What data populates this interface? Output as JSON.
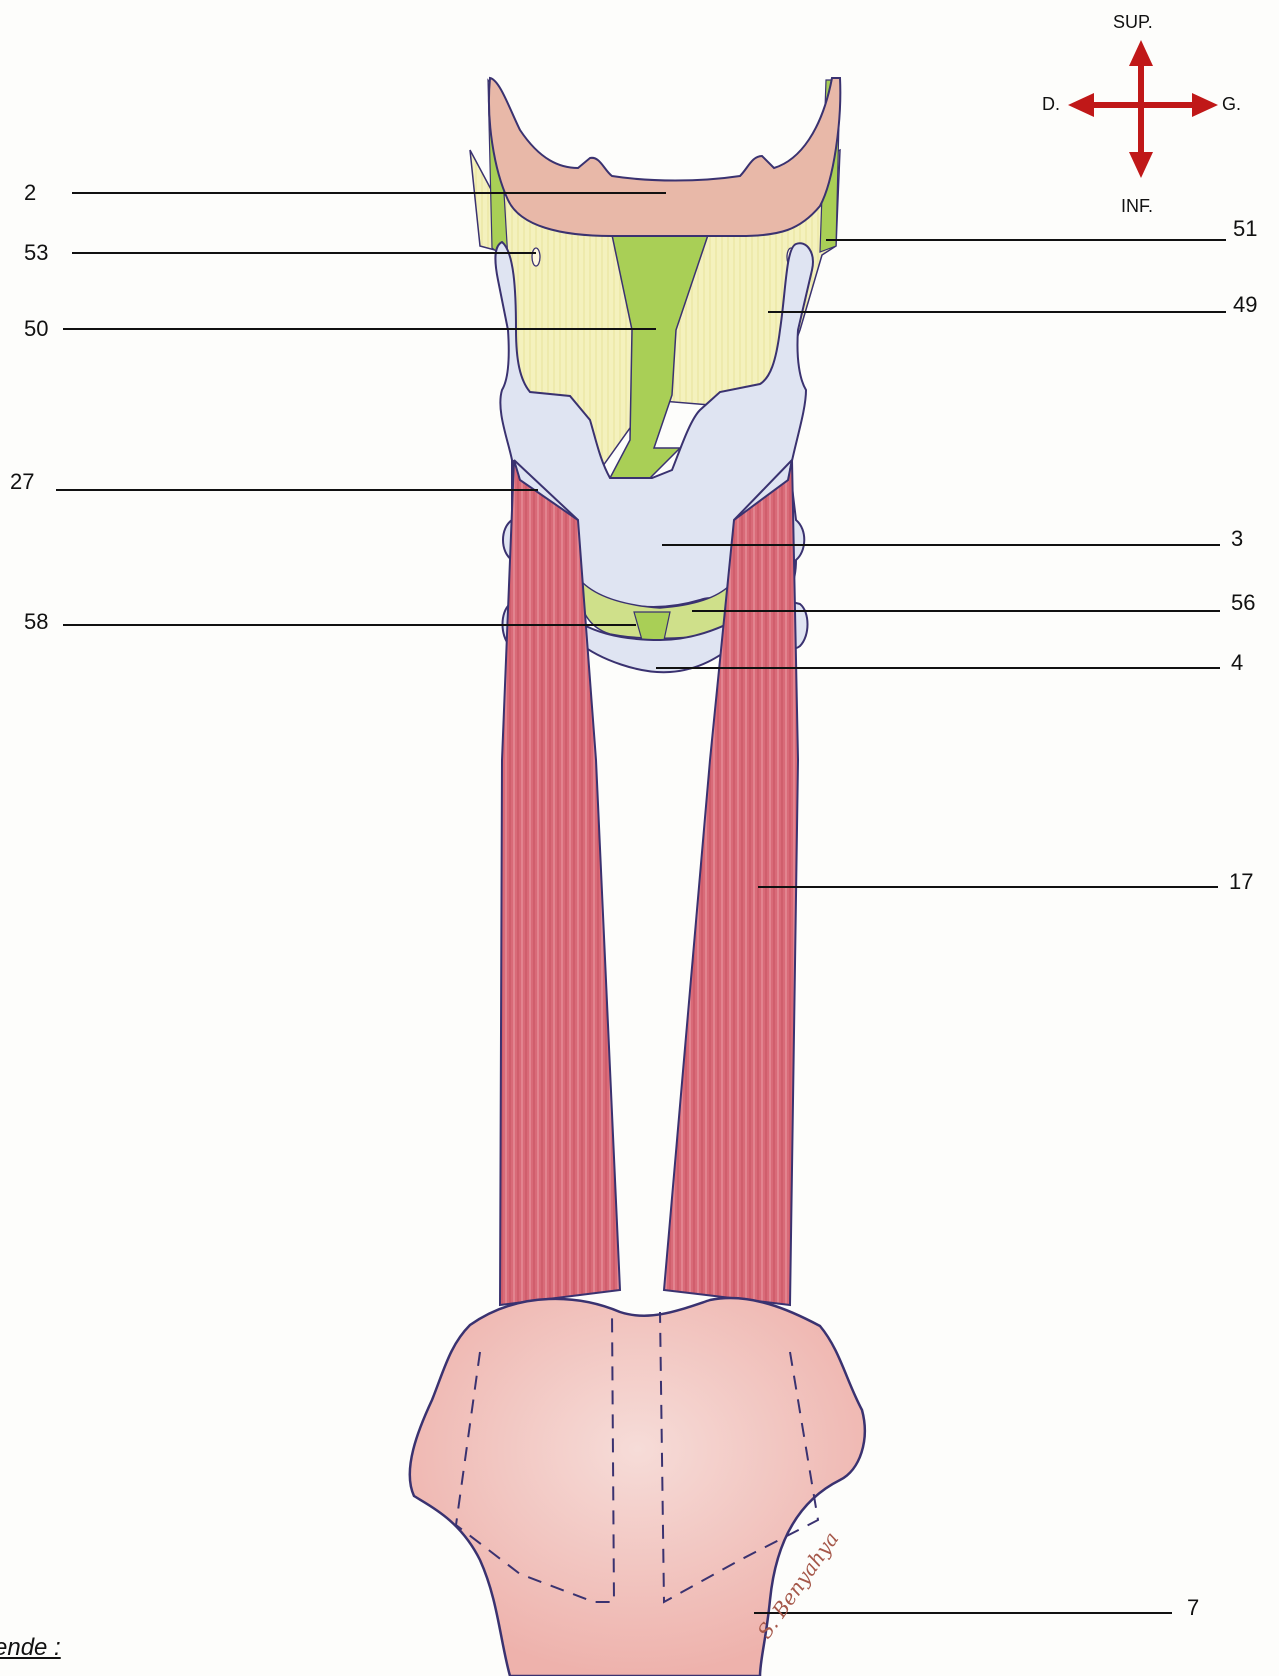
{
  "orientation": {
    "superior": "SUP.",
    "inferior": "INF.",
    "right": "D.",
    "left": "G.",
    "arrow_color": "#c01818"
  },
  "labels": {
    "l2": "2",
    "l53": "53",
    "l50": "50",
    "l27": "27",
    "l58": "58",
    "l51": "51",
    "l49": "49",
    "l3": "3",
    "l56": "56",
    "l4": "4",
    "l17": "17",
    "l7": "7"
  },
  "legend_title": "ende :",
  "signature": "S. Benyahya",
  "colors": {
    "hyoid": "#e8b8a8",
    "thyroid_membrane": "#f2efb8",
    "ligament": "#a9cf56",
    "cartilage": "#dfe4f2",
    "muscle": "#d96a78",
    "sternum": "#f3c6c4",
    "outline": "#3a3270"
  }
}
